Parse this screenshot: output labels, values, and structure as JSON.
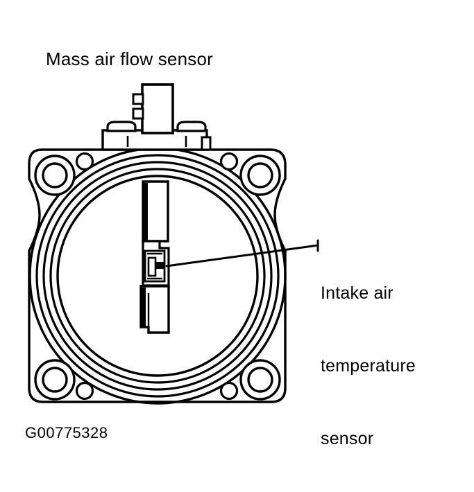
{
  "figure": {
    "title_label": "Mass air flow sensor",
    "callout_label_line1": "Intake air",
    "callout_label_line2": "temperature",
    "callout_label_line3": "sensor",
    "figure_id": "G00775328",
    "background_color": "#ffffff",
    "line_color": "#000000"
  },
  "parts": {
    "housing_flange": "rounded square throttle body flange",
    "bore_rings_count": 5,
    "bolt_bosses_count": 4,
    "small_holes_count": 4,
    "connector_plug": "mass air flow sensor electrical connector",
    "sensor_column": "central sensor probe column",
    "iat_sensor_detail": "intake air temperature sensor element",
    "lower_block": "sensor body lower block"
  }
}
